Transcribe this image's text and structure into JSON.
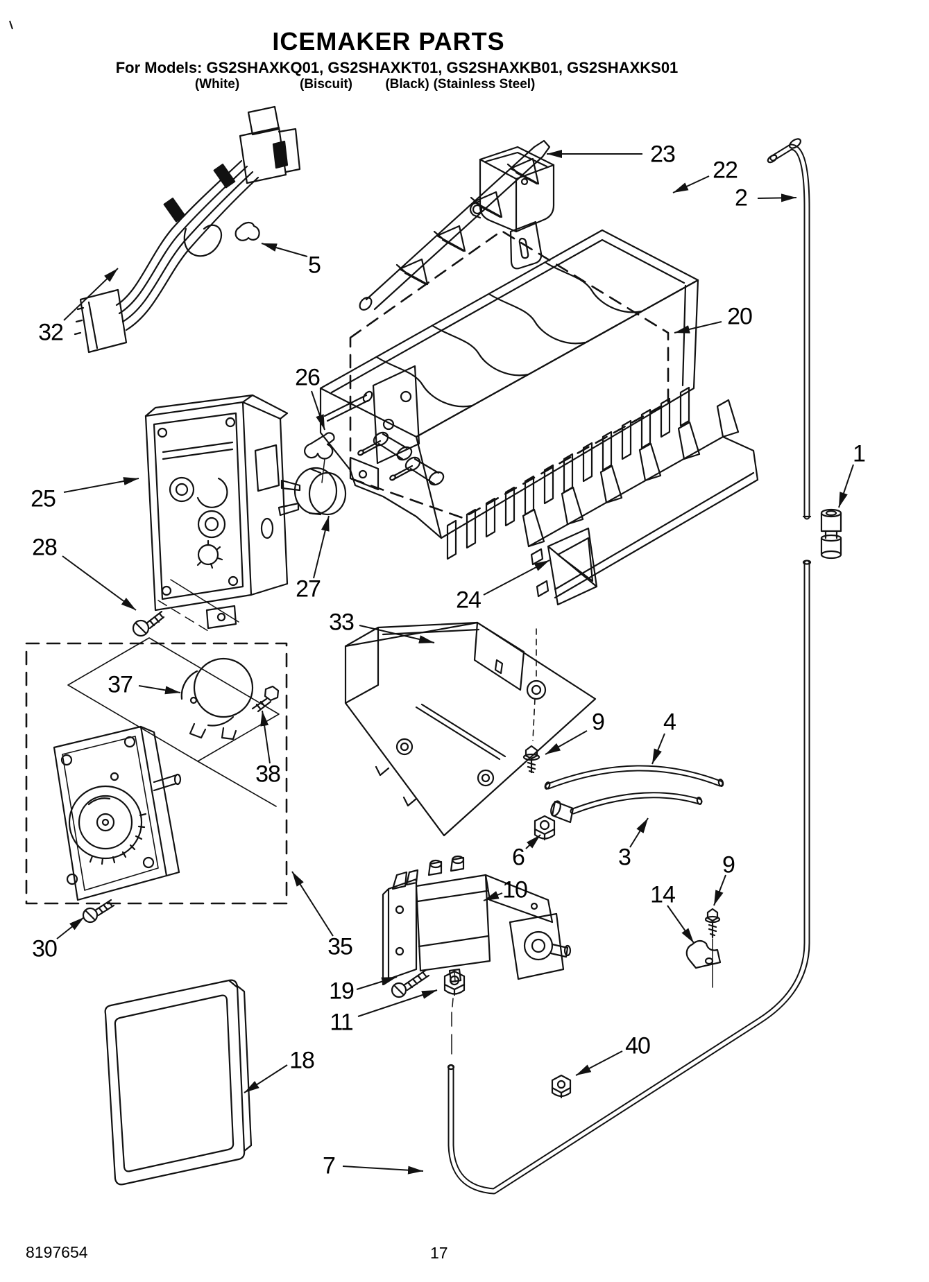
{
  "header": {
    "title": "ICEMAKER PARTS",
    "models_line": "For Models: GS2SHAXKQ01, GS2SHAXKT01, GS2SHAXKB01, GS2SHAXKS01",
    "finishes": [
      "(White)",
      "(Biscuit)",
      "(Black)",
      "(Stainless Steel)"
    ]
  },
  "callouts": [
    "32",
    "5",
    "23",
    "22",
    "2",
    "20",
    "1",
    "26",
    "25",
    "28",
    "27",
    "33",
    "24",
    "9",
    "4",
    "6",
    "3",
    "9",
    "14",
    "10",
    "19",
    "11",
    "35",
    "37",
    "38",
    "30",
    "18",
    "40",
    "7"
  ],
  "footer": {
    "doc_number": "8197654",
    "page_number": "17"
  },
  "colors": {
    "line": "#111111",
    "paper": "#ffffff"
  }
}
